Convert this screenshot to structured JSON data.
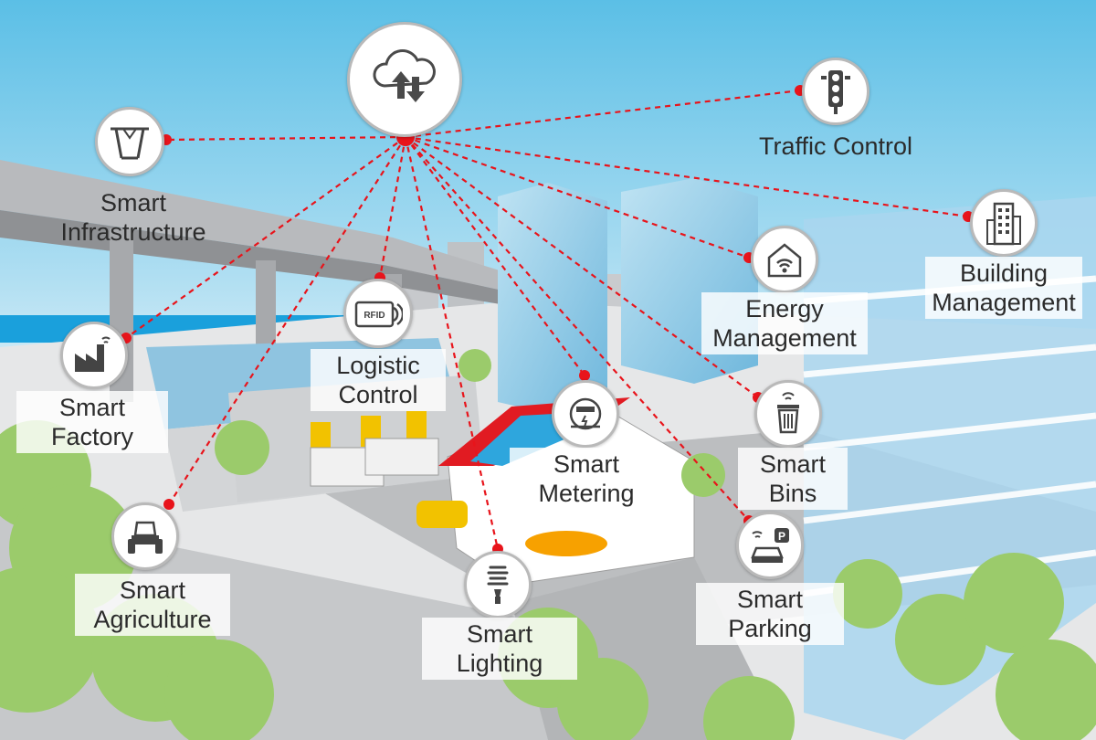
{
  "hub": {
    "icon": "cloud-sync-icon"
  },
  "accent_color": "#e8141b",
  "nodes": [
    {
      "id": "infrastructure",
      "lines": [
        "Smart",
        "Infrastructure"
      ],
      "icon": "infrastructure-icon"
    },
    {
      "id": "traffic",
      "lines": [
        "Traffic Control"
      ],
      "icon": "traffic-light-icon"
    },
    {
      "id": "building",
      "lines": [
        "Building",
        "Management"
      ],
      "icon": "building-icon"
    },
    {
      "id": "energy",
      "lines": [
        "Energy",
        "Management"
      ],
      "icon": "smart-home-icon"
    },
    {
      "id": "logistic",
      "lines": [
        "Logistic",
        "Control"
      ],
      "icon": "rfid-icon",
      "icon_text": "RFID"
    },
    {
      "id": "factory",
      "lines": [
        "Smart",
        "Factory"
      ],
      "icon": "factory-icon"
    },
    {
      "id": "agriculture",
      "lines": [
        "Smart",
        "Agriculture"
      ],
      "icon": "tractor-icon"
    },
    {
      "id": "lighting",
      "lines": [
        "Smart",
        "Lighting"
      ],
      "icon": "lightbulb-icon"
    },
    {
      "id": "metering",
      "lines": [
        "Smart",
        "Metering"
      ],
      "icon": "meter-icon"
    },
    {
      "id": "bins",
      "lines": [
        "Smart",
        "Bins"
      ],
      "icon": "trash-bin-icon"
    },
    {
      "id": "parking",
      "lines": [
        "Smart",
        "Parking"
      ],
      "icon": "parking-car-icon",
      "icon_text": "P"
    }
  ]
}
